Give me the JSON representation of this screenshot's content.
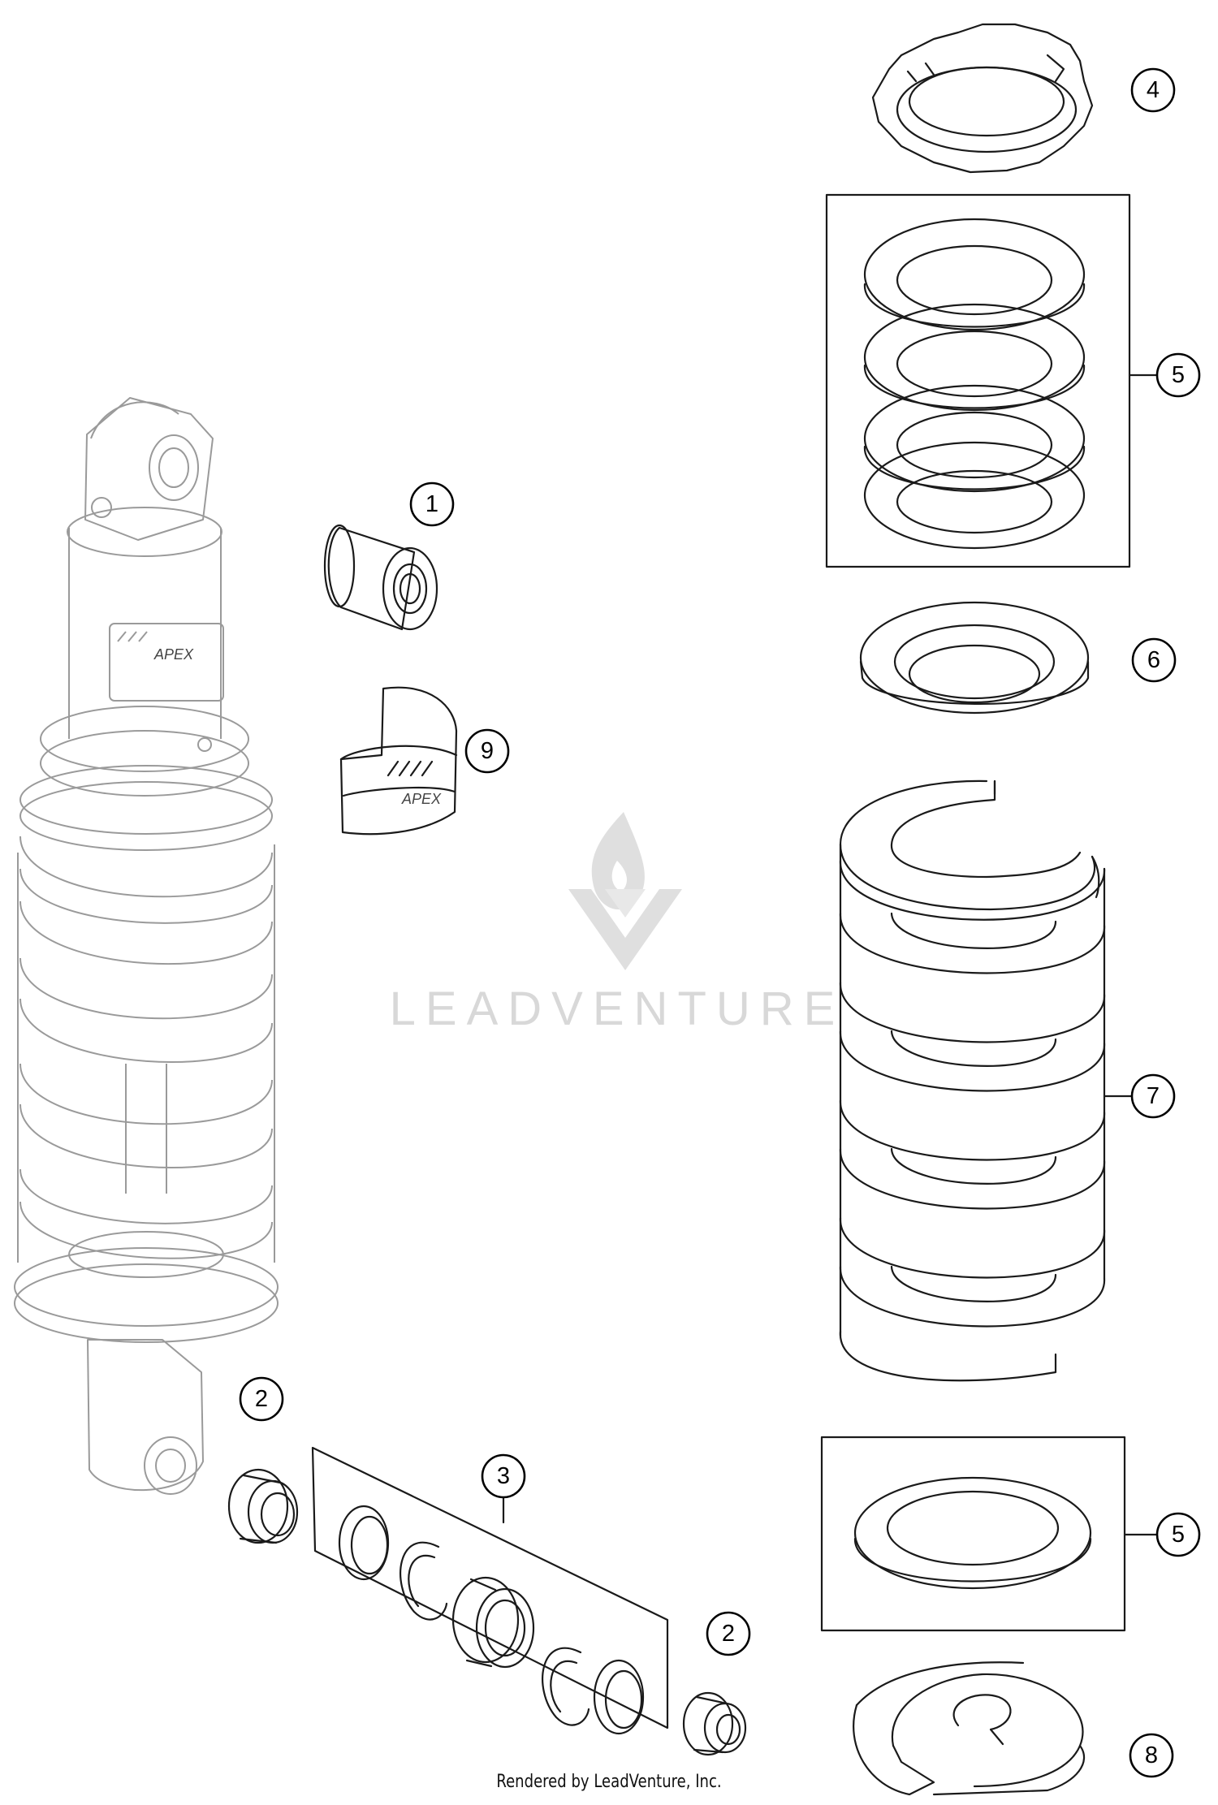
{
  "callouts": [
    {
      "number": "1",
      "part": "bushing"
    },
    {
      "number": "2",
      "part": "spacer-upper"
    },
    {
      "number": "3",
      "part": "bearing-kit"
    },
    {
      "number": "2",
      "part": "spacer-lower"
    },
    {
      "number": "4",
      "part": "adjusting-ring"
    },
    {
      "number": "5",
      "part": "shim-set-upper"
    },
    {
      "number": "6",
      "part": "spring-retainer"
    },
    {
      "number": "7",
      "part": "spring"
    },
    {
      "number": "5",
      "part": "shim-set-lower"
    },
    {
      "number": "8",
      "part": "spring-seat"
    },
    {
      "number": "9",
      "part": "decal"
    }
  ],
  "decal_brand": "APEX",
  "watermark": "LEADVENTURE",
  "footer": "Rendered by LeadVenture, Inc."
}
